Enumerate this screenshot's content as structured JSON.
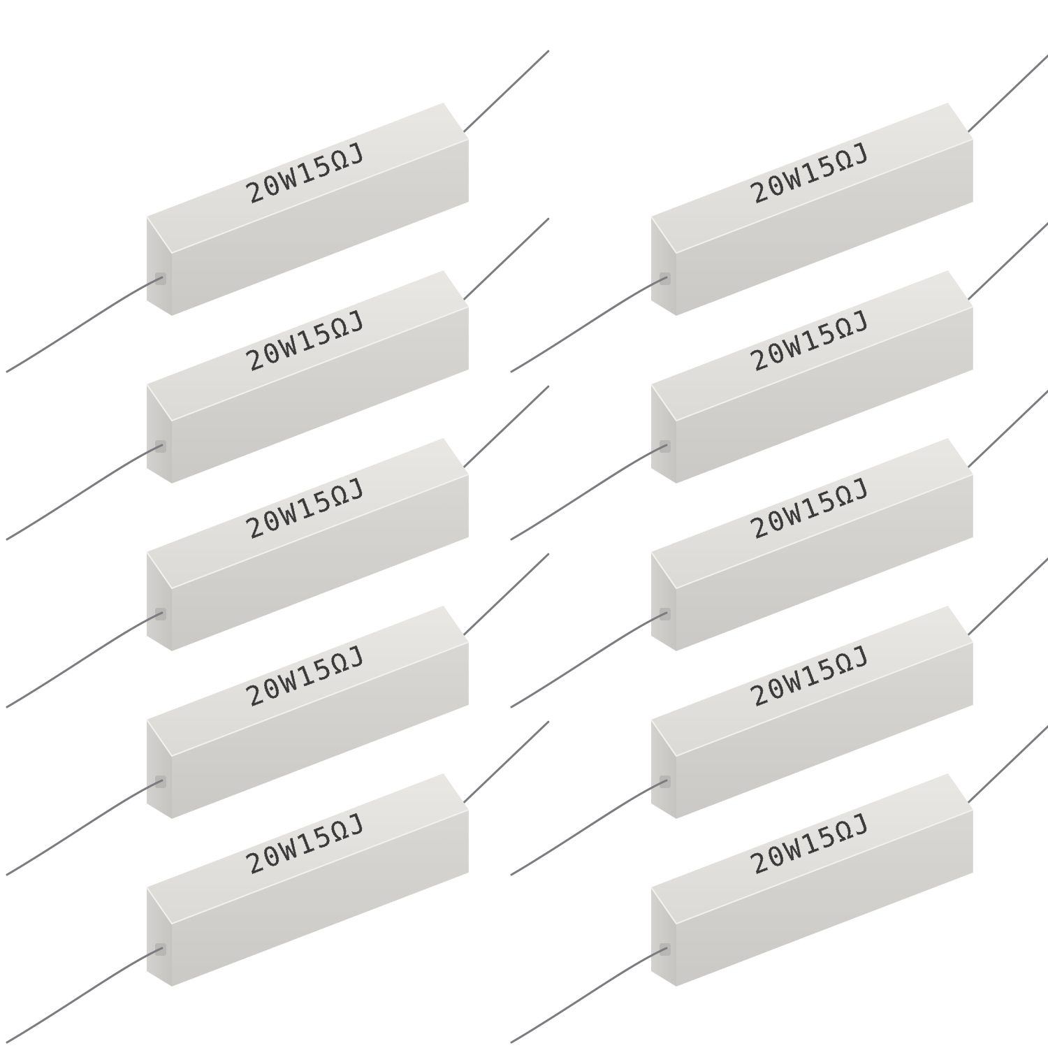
{
  "image": {
    "subject": "ceramic cement wirewound resistors",
    "background_color": "#ffffff",
    "body_color": "#e0deda",
    "body_shadow_color": "#c8c6c2",
    "lead_color": "#7a7c80",
    "ink_color": "#3a3a3a"
  },
  "resistors": [
    {
      "marking": "20W15ΩJ"
    },
    {
      "marking": "20W15ΩJ"
    },
    {
      "marking": "20W15ΩJ"
    },
    {
      "marking": "20W15ΩJ"
    },
    {
      "marking": "20W15ΩJ"
    },
    {
      "marking": "20W15ΩJ"
    },
    {
      "marking": "20W15ΩJ"
    },
    {
      "marking": "20W15ΩJ"
    },
    {
      "marking": "20W15ΩJ"
    },
    {
      "marking": "20W15ΩJ"
    }
  ]
}
